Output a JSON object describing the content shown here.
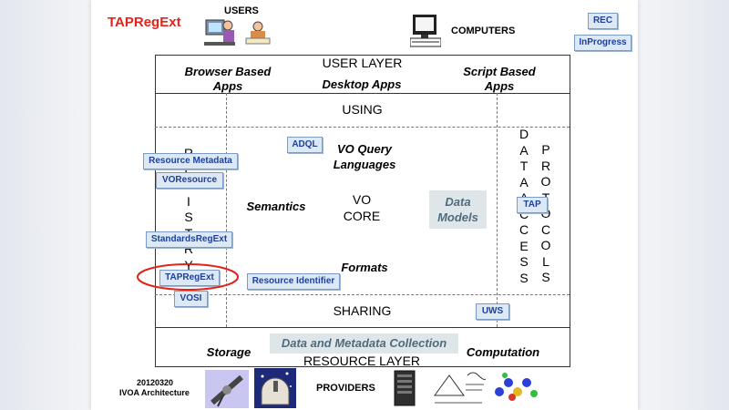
{
  "title": "TAPRegExt",
  "top": {
    "users": "USERS",
    "computers": "COMPUTERS"
  },
  "legend": {
    "rec": "REC",
    "inprogress": "InProgress"
  },
  "user_layer": {
    "label": "USER LAYER",
    "browser": "Browser Based\nApps",
    "desktop": "Desktop Apps",
    "script": "Script Based\nApps"
  },
  "using": "USING",
  "sharing": "SHARING",
  "resource_layer": {
    "label": "RESOURCE LAYER",
    "storage": "Storage",
    "collection": "Data and Metadata Collection",
    "computation": "Computation"
  },
  "registry_letters": "REGISTRY",
  "data_access": "DATA ACCESS",
  "protocols": "PROTOCOLS",
  "core": {
    "vo_query": "VO Query\nLanguages",
    "semantics": "Semantics",
    "vo_core": "VO\nCORE",
    "data_models": "Data\nModels",
    "formats": "Formats"
  },
  "tags": {
    "adql": "ADQL",
    "resource_metadata": "Resource Metadata",
    "voresource": "VOResource",
    "standards": "StandardsRegExt",
    "tapregext": "TAPRegExt",
    "vosi": "VOSI",
    "resource_identifier": "Resource Identifier",
    "tap": "TAP",
    "uws": "UWS"
  },
  "footer": {
    "date": "20120320",
    "arch": "IVOA  Architecture",
    "providers": "PROVIDERS"
  },
  "colors": {
    "title": "#e2231a",
    "tag_text": "#1f3f9a",
    "tag_bg": "#dce9f5",
    "highlight": "#e2231a"
  }
}
